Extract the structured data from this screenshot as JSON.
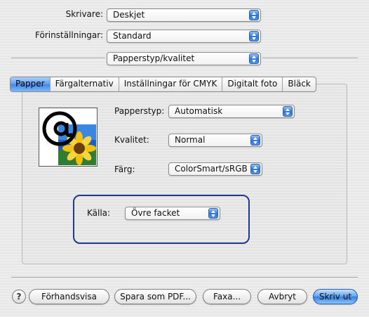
{
  "printer": {
    "label": "Skrivare:",
    "value": "Deskjet"
  },
  "presets": {
    "label": "Förinställningar:",
    "value": "Standard"
  },
  "panel_select": {
    "value": "Papperstyp/kvalitet"
  },
  "tabs": [
    {
      "label": "Papper",
      "active": true
    },
    {
      "label": "Färgalternativ",
      "active": false
    },
    {
      "label": "Inställningar för CMYK",
      "active": false
    },
    {
      "label": "Digitalt foto",
      "active": false
    },
    {
      "label": "Bläck",
      "active": false
    }
  ],
  "paper_type": {
    "label": "Papperstyp:",
    "value": "Automatisk"
  },
  "quality": {
    "label": "Kvalitet:",
    "value": "Normal"
  },
  "color": {
    "label": "Färg:",
    "value": "ColorSmart/sRGB"
  },
  "source": {
    "label": "Källa:",
    "value": "Övre facket"
  },
  "buttons": {
    "help": "?",
    "preview": "Förhandsvisa",
    "save_pdf": "Spara som PDF...",
    "fax": "Faxa...",
    "cancel": "Avbryt",
    "print": "Skriv ut"
  },
  "colors": {
    "accent": "#3f87ea",
    "group_border": "#1e3a8a"
  }
}
